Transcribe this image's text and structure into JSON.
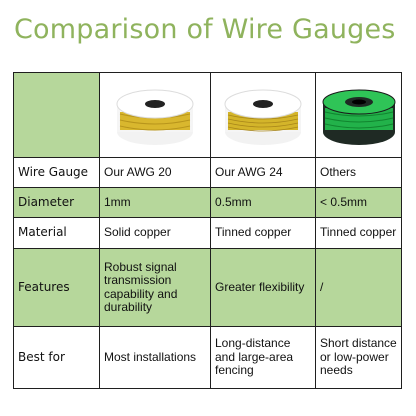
{
  "title": "Comparison of Wire Gauges",
  "colors": {
    "title": "#8fb35d",
    "row_header_bg": "#b6d79b",
    "yellow_wire": "#d4b52a",
    "green_wire": "#22b24a"
  },
  "columns": [
    "Our AWG 20",
    "Our AWG 24",
    "Others"
  ],
  "rows": {
    "gauge": {
      "label": "Wire Gauge",
      "values": [
        "Our AWG 20",
        "Our AWG 24",
        "Others"
      ]
    },
    "diameter": {
      "label": "Diameter",
      "values": [
        "1mm",
        "0.5mm",
        "< 0.5mm"
      ]
    },
    "material": {
      "label": "Material",
      "values": [
        "Solid copper",
        "Tinned copper",
        "Tinned copper"
      ]
    },
    "features": {
      "label": "Features",
      "values": [
        "Robust signal transmission capability and durability",
        "Greater flexibility",
        "/"
      ]
    },
    "best_for": {
      "label": "Best for",
      "values": [
        "Most installations",
        "Long-distance and large-area fencing",
        "Short distance or low-power needs"
      ]
    }
  },
  "images": [
    "yellow-wire-spool-icon",
    "yellow-wire-spool-icon",
    "green-wire-spool-icon"
  ]
}
